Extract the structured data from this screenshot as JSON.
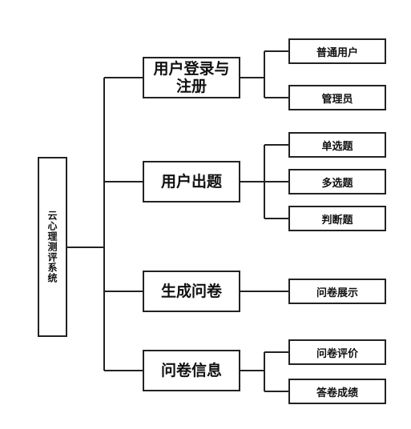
{
  "root": {
    "label": "云心理测评系统"
  },
  "modules": [
    {
      "label": "用户登录与注册",
      "children": [
        "普通用户",
        "管理员"
      ]
    },
    {
      "label": "用户出题",
      "children": [
        "单选题",
        "多选题",
        "判断题"
      ]
    },
    {
      "label": "生成问卷",
      "children": [
        "问卷展示"
      ]
    },
    {
      "label": "问卷信息",
      "children": [
        "问卷评价",
        "答卷成绩"
      ]
    }
  ]
}
